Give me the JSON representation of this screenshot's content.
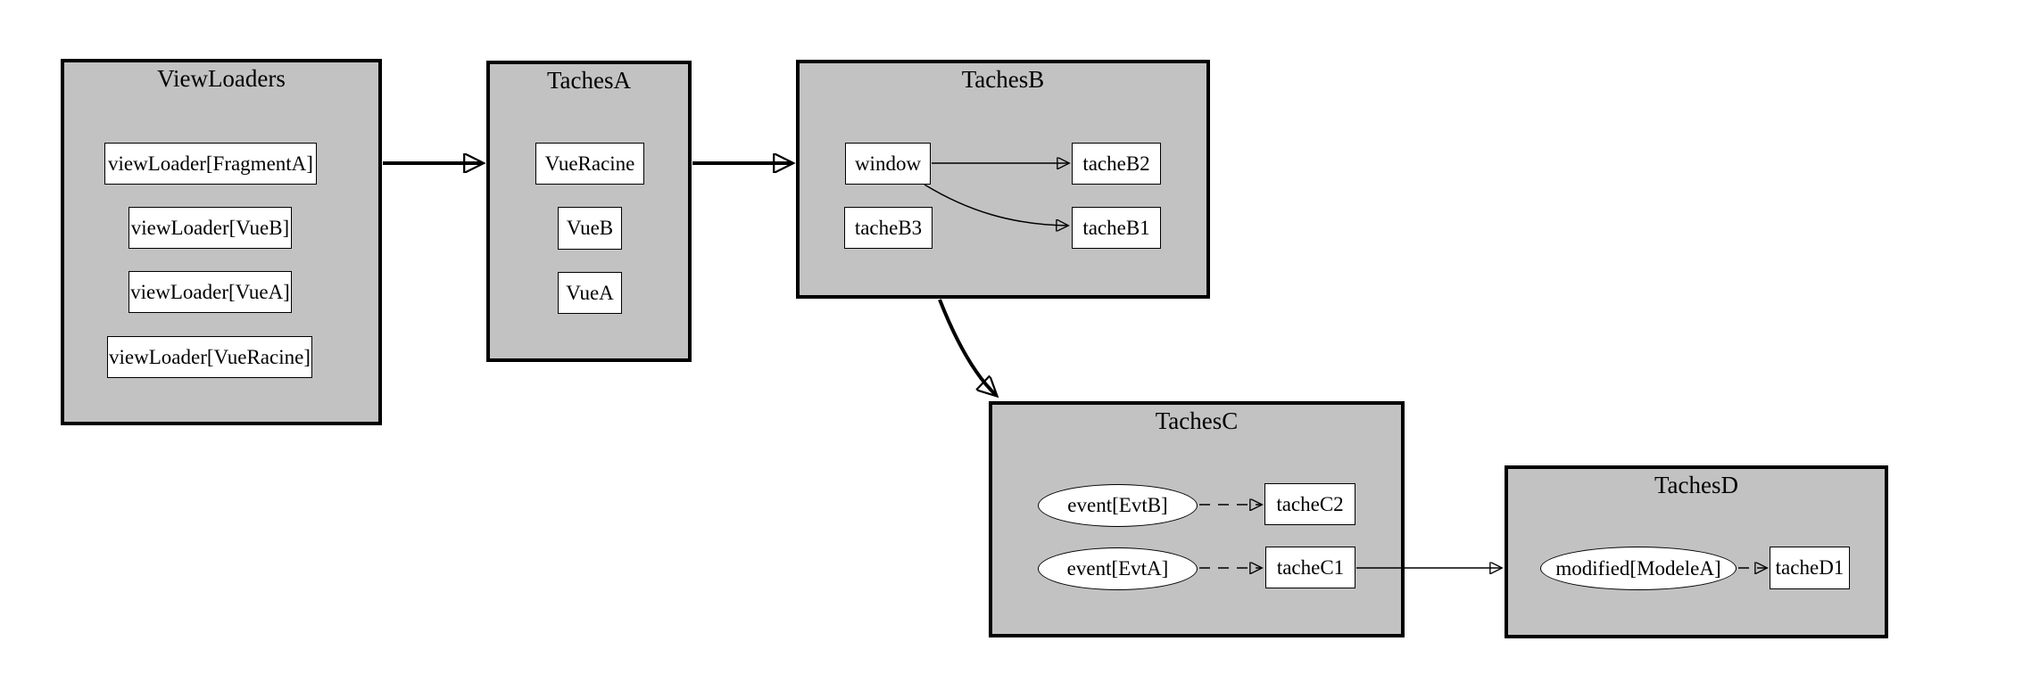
{
  "diagram": {
    "kind": "graphviz-cluster-digraph",
    "colors": {
      "cluster_fill": "#c2c2c2",
      "node_fill": "#ffffff",
      "stroke": "#000000",
      "background": "#ffffff"
    },
    "clusters": {
      "viewloaders": {
        "title": "ViewLoaders",
        "nodes": {
          "fragmentA": "viewLoader[FragmentA]",
          "vueB": "viewLoader[VueB]",
          "vueA": "viewLoader[VueA]",
          "vueRacine": "viewLoader[VueRacine]"
        }
      },
      "tachesA": {
        "title": "TachesA",
        "nodes": {
          "vueRacine": "VueRacine",
          "vueB": "VueB",
          "vueA": "VueA"
        }
      },
      "tachesB": {
        "title": "TachesB",
        "nodes": {
          "window": "window",
          "tacheB2": "tacheB2",
          "tacheB3": "tacheB3",
          "tacheB1": "tacheB1"
        }
      },
      "tachesC": {
        "title": "TachesC",
        "nodes": {
          "evtB": "event[EvtB]",
          "tacheC2": "tacheC2",
          "evtA": "event[EvtA]",
          "tacheC1": "tacheC1"
        }
      },
      "tachesD": {
        "title": "TachesD",
        "nodes": {
          "modeleA": "modified[ModeleA]",
          "tacheD1": "tacheD1"
        }
      }
    },
    "edges": [
      {
        "from": "ViewLoaders",
        "to": "TachesA",
        "style": "solid",
        "weight": "bold"
      },
      {
        "from": "TachesA",
        "to": "TachesB",
        "style": "solid",
        "weight": "bold"
      },
      {
        "from": "TachesB",
        "to": "TachesC",
        "style": "solid",
        "weight": "bold"
      },
      {
        "from": "window",
        "to": "tacheB2",
        "style": "solid",
        "weight": "normal"
      },
      {
        "from": "window",
        "to": "tacheB1",
        "style": "solid",
        "weight": "normal"
      },
      {
        "from": "event[EvtB]",
        "to": "tacheC2",
        "style": "dashed",
        "weight": "normal"
      },
      {
        "from": "event[EvtA]",
        "to": "tacheC1",
        "style": "dashed",
        "weight": "normal"
      },
      {
        "from": "tacheC1",
        "to": "TachesD",
        "style": "solid",
        "weight": "normal"
      },
      {
        "from": "modified[ModeleA]",
        "to": "tacheD1",
        "style": "dashed",
        "weight": "normal"
      }
    ]
  }
}
